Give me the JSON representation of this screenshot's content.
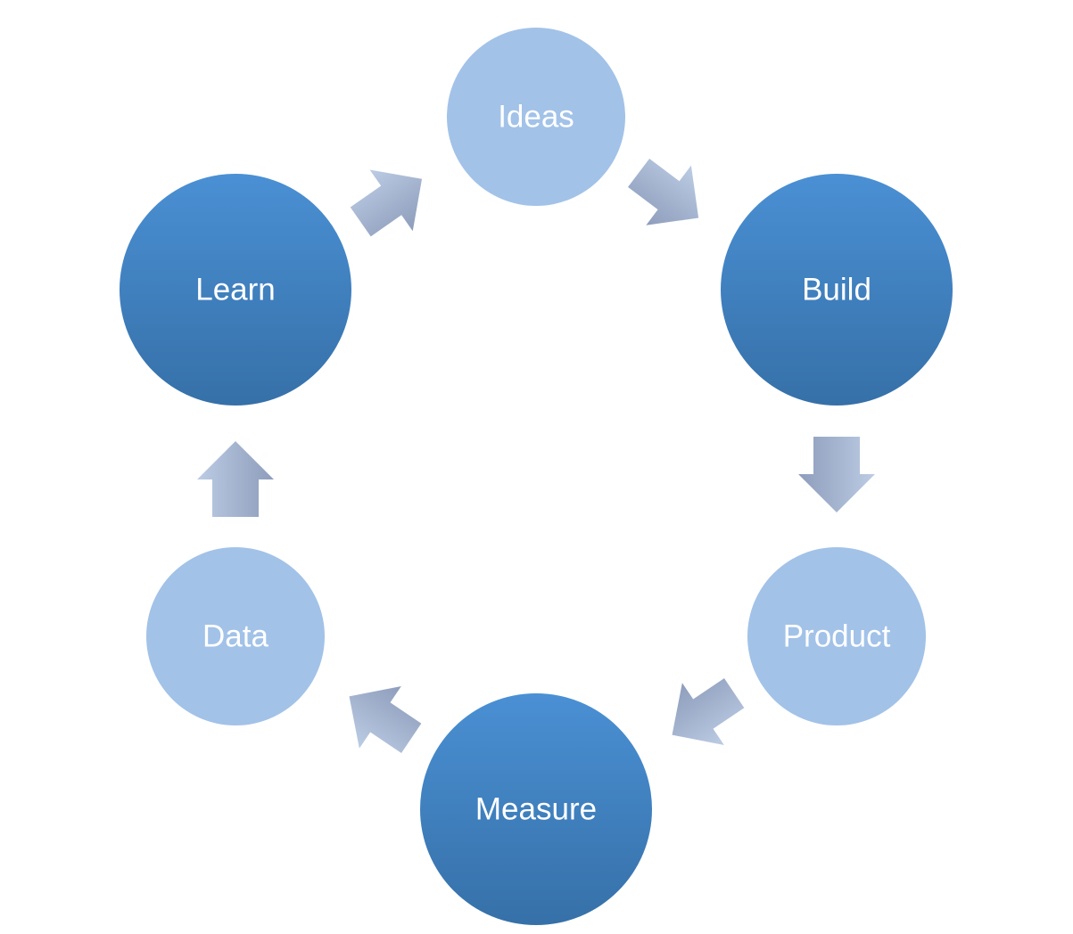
{
  "diagram": {
    "type": "cycle",
    "nodes": [
      {
        "id": "ideas",
        "label": "Ideas",
        "style": "light"
      },
      {
        "id": "build",
        "label": "Build",
        "style": "dark"
      },
      {
        "id": "product",
        "label": "Product",
        "style": "light"
      },
      {
        "id": "measure",
        "label": "Measure",
        "style": "dark"
      },
      {
        "id": "data",
        "label": "Data",
        "style": "light"
      },
      {
        "id": "learn",
        "label": "Learn",
        "style": "dark"
      }
    ],
    "edges": [
      {
        "from": "ideas",
        "to": "build"
      },
      {
        "from": "build",
        "to": "product"
      },
      {
        "from": "product",
        "to": "measure"
      },
      {
        "from": "measure",
        "to": "data"
      },
      {
        "from": "data",
        "to": "learn"
      },
      {
        "from": "learn",
        "to": "ideas"
      }
    ],
    "colors": {
      "dark_top": "#4A90D4",
      "dark_bottom": "#3670A8",
      "light": "#A2C2E8",
      "arrow_top": "#BCCCE4",
      "arrow_bottom": "#8D9DBB",
      "label": "#FFFFFF"
    }
  }
}
